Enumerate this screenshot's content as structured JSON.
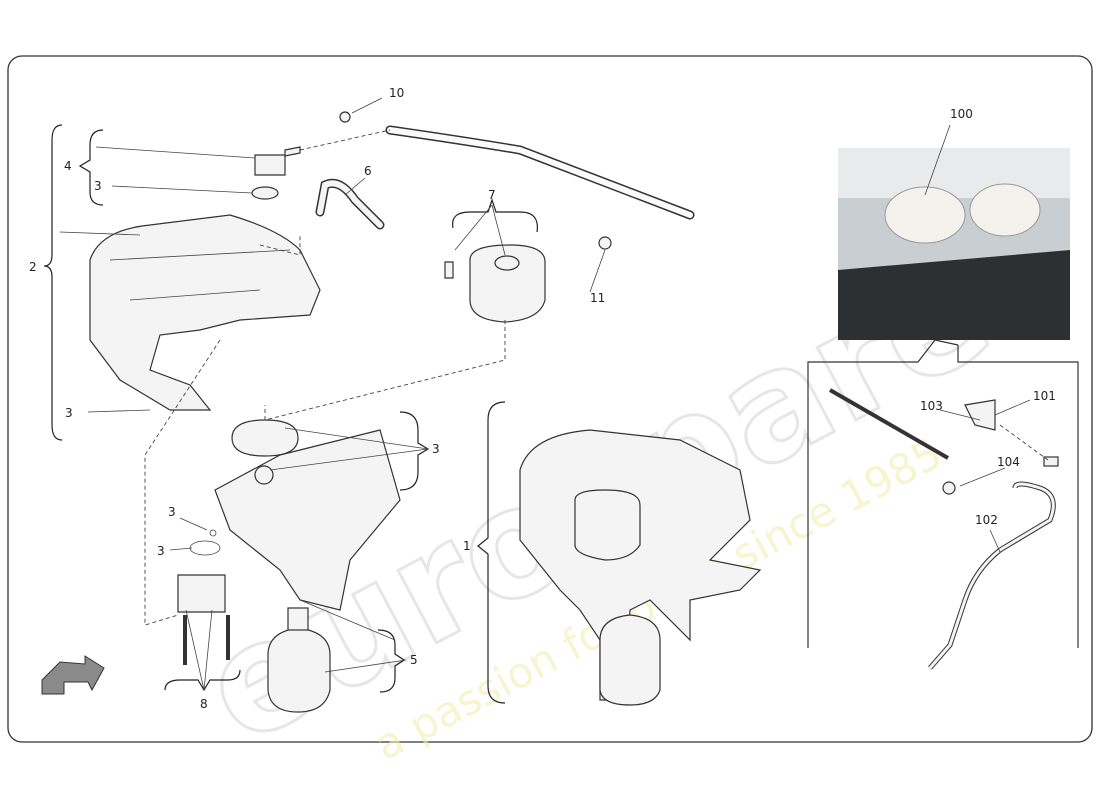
{
  "watermark": {
    "brand": "eurospares",
    "tagline": "a passion for parts since 1985"
  },
  "callouts": [
    {
      "id": "c10",
      "text": "10"
    },
    {
      "id": "c4",
      "text": "4"
    },
    {
      "id": "c3a",
      "text": "3"
    },
    {
      "id": "c6",
      "text": "6"
    },
    {
      "id": "c7",
      "text": "7"
    },
    {
      "id": "c2",
      "text": "2"
    },
    {
      "id": "c11",
      "text": "11"
    },
    {
      "id": "c3b",
      "text": "3"
    },
    {
      "id": "c100",
      "text": "100"
    },
    {
      "id": "c103",
      "text": "103"
    },
    {
      "id": "c101",
      "text": "101"
    },
    {
      "id": "c104",
      "text": "104"
    },
    {
      "id": "c102",
      "text": "102"
    },
    {
      "id": "c3c",
      "text": "3"
    },
    {
      "id": "c3d",
      "text": "3"
    },
    {
      "id": "c3e",
      "text": "3"
    },
    {
      "id": "c1",
      "text": "1"
    },
    {
      "id": "c5",
      "text": "5"
    },
    {
      "id": "c8",
      "text": "8"
    }
  ],
  "colors": {
    "frame": "#333333",
    "photo_bg": "#c9ced3",
    "arrow": "#888888"
  }
}
